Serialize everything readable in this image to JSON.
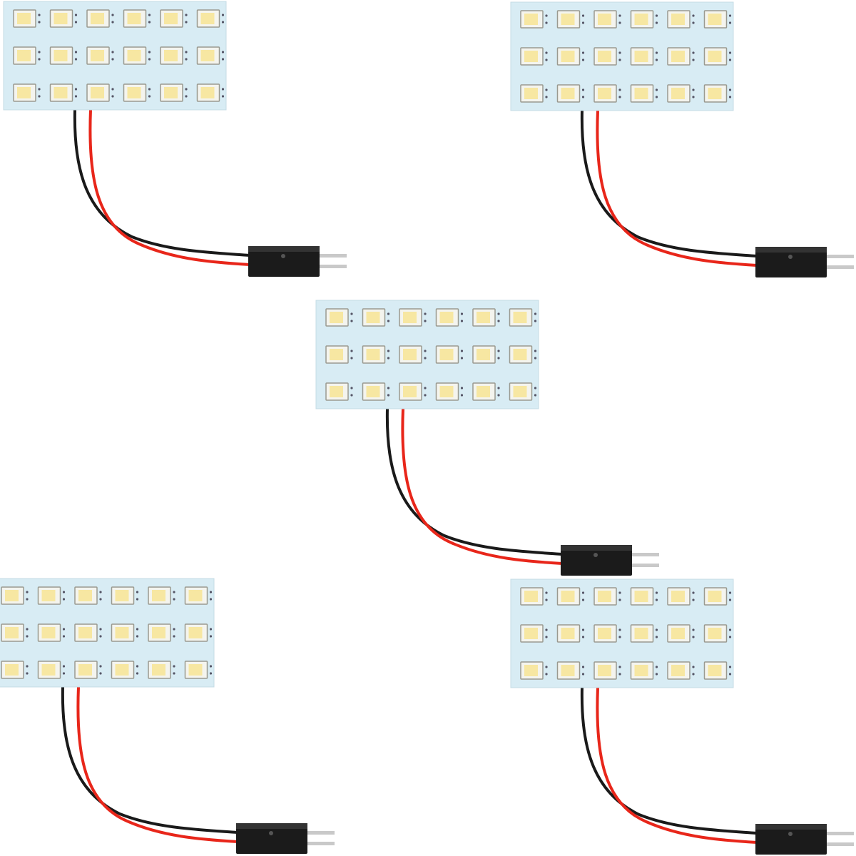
{
  "image": {
    "subject": "led-panel",
    "panel_count": 5,
    "led_rows": 3,
    "led_cols": 6,
    "colors": {
      "background": "#ffffff",
      "board": "#d8ecf4",
      "led_face": "#f7e7a2",
      "led_frame": "#f4f4ee",
      "led_edge": "#9a9a90",
      "wire_black": "#1a1a1a",
      "wire_red": "#e8261a",
      "connector": "#1b1b1b",
      "pin": "#c9c9c9"
    }
  }
}
